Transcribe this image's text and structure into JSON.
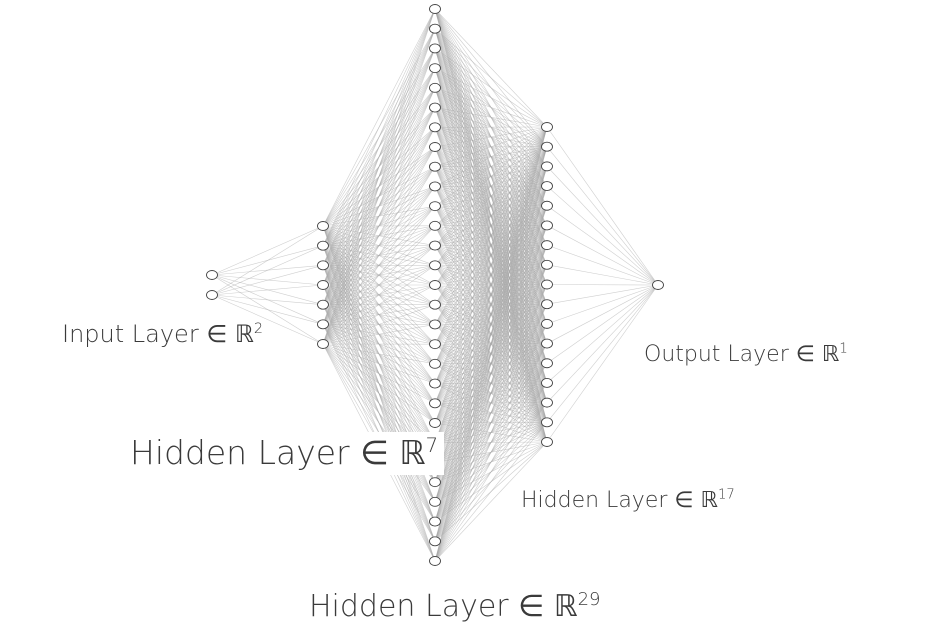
{
  "network": {
    "layers": [
      {
        "id": "input",
        "nodes": 2
      },
      {
        "id": "hidden-1",
        "nodes": 7
      },
      {
        "id": "hidden-2",
        "nodes": 29
      },
      {
        "id": "hidden-3",
        "nodes": 17
      },
      {
        "id": "output",
        "nodes": 1
      }
    ],
    "connectivity": "fully-connected"
  },
  "labels": {
    "input": {
      "text": "Input Layer ∈ ℝ",
      "sup": "2"
    },
    "hidden1": {
      "text": "Hidden Layer ∈ ℝ",
      "sup": "7"
    },
    "hidden2": {
      "text": "Hidden Layer ∈ ℝ",
      "sup": "29"
    },
    "hidden3": {
      "text": "Hidden Layer ∈ ℝ",
      "sup": "17"
    },
    "output": {
      "text": "Output Layer ∈ ℝ",
      "sup": "1"
    }
  },
  "colors": {
    "edge": "#a8a8a8",
    "node_stroke": "#444444",
    "node_fill": "#ffffff",
    "label_text": "#3a3a3a"
  }
}
